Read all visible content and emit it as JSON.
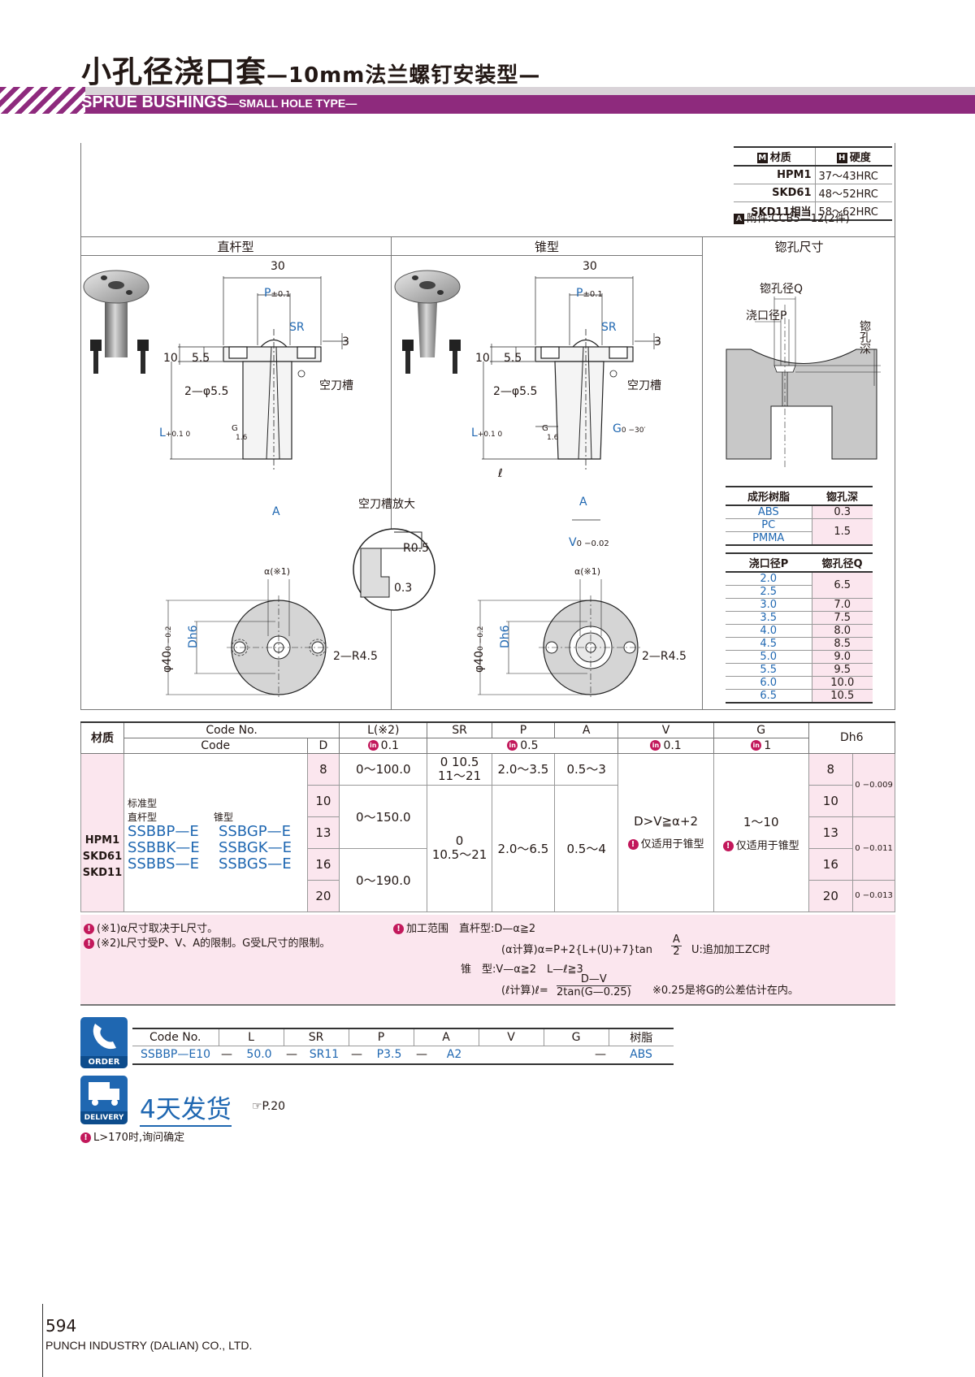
{
  "title": {
    "cn_main": "小孔径浇口套",
    "cn_sub": "—10mm法兰螺钉安装型—",
    "en_main": "SPRUE BUSHINGS",
    "en_sub": "—SMALL HOLE TYPE—"
  },
  "materials": {
    "head_material": "材质",
    "head_hardness": "硬度",
    "icon_m": "M",
    "icon_h": "H",
    "icon_a": "A",
    "rows": [
      {
        "material": "HPM1",
        "hardness": "37～43HRC"
      },
      {
        "material": "SKD61",
        "hardness": "48～52HRC"
      },
      {
        "material": "SKD11相当",
        "hardness": "58～62HRC"
      }
    ],
    "accessory": "附件:CCB5—12(2件)"
  },
  "sections": {
    "straight": "直杆型",
    "taper": "锥型",
    "spot": "锪孔尺寸",
    "groove_zoom": "空刀槽放大"
  },
  "drawing_labels": {
    "d30": "30",
    "p": "P",
    "p_tol": "±0.1",
    "sr": "SR",
    "d3": "3",
    "d10": "10",
    "d55": "5.5",
    "holes": "2—φ5.5",
    "groove": "空刀槽",
    "l": "L",
    "l_tol": "+0.1 0",
    "g": "G",
    "g_angle": "0 −30′",
    "ra16": "1.6",
    "a": "A",
    "v": "V",
    "v_tol": "0 −0.02",
    "l_small": "ℓ",
    "alpha": "α(※1)",
    "dh6": "Dh6",
    "phi40": "φ40",
    "phi40_tol": "0 −0.2",
    "r45": "2—R4.5",
    "r05": "R0.5",
    "d03": "0.3",
    "spot_q": "锪孔径Q",
    "spot_p": "浇口径P",
    "spot_depth": "锪孔深"
  },
  "resin_table": {
    "headers": [
      "成形树脂",
      "锪孔深"
    ],
    "rows": [
      {
        "resin": "ABS",
        "depth": "0.3"
      },
      {
        "resin": "PC",
        "depth": "1.5"
      },
      {
        "resin": "PMMA",
        "depth": ""
      }
    ]
  },
  "gate_table": {
    "headers": [
      "浇口径P",
      "锪孔径Q"
    ],
    "rows": [
      {
        "p": "2.0",
        "q": "6.5"
      },
      {
        "p": "2.5",
        "q": ""
      },
      {
        "p": "3.0",
        "q": "7.0"
      },
      {
        "p": "3.5",
        "q": "7.5"
      },
      {
        "p": "4.0",
        "q": "8.0"
      },
      {
        "p": "4.5",
        "q": "8.5"
      },
      {
        "p": "5.0",
        "q": "9.0"
      },
      {
        "p": "5.5",
        "q": "9.5"
      },
      {
        "p": "6.0",
        "q": "10.0"
      },
      {
        "p": "6.5",
        "q": "10.5"
      }
    ]
  },
  "spec": {
    "h_material": "材质",
    "h_codeno": "Code No.",
    "h_code": "Code",
    "h_d": "D",
    "h_l": "L(※2)",
    "h_sr": "SR",
    "h_p": "P",
    "h_a": "A",
    "h_v": "V",
    "h_g": "G",
    "h_dh6": "Dh6",
    "inc_l": "0.1",
    "inc_p": "0.5",
    "inc_v": "0.1",
    "inc_g": "1",
    "in_mark": "in",
    "mat_list": "HPM1 SKD61 SKD11",
    "type_std": "标准型",
    "type_straight": "直杆型",
    "type_taper": "锥型",
    "codes_straight": [
      "SSBBP—E",
      "SSBBK—E",
      "SSBBS—E"
    ],
    "codes_taper": [
      "SSBGP—E",
      "SSBGK—E",
      "SSBGS—E"
    ],
    "d": [
      "8",
      "10",
      "13",
      "16",
      "20"
    ],
    "l1": "0～100.0",
    "l2": "0～150.0",
    "l3": "0～190.0",
    "sr1_a": "0 10.5",
    "sr1_b": "11～21",
    "sr2_a": "0",
    "sr2_b": "10.5～21",
    "p1": "2.0～3.5",
    "p2": "2.0～6.5",
    "a1": "0.5～3",
    "a2": "0.5～4",
    "v": "D>V≧α+2",
    "v_note": "仅适用于锥型",
    "g": "1～10",
    "g_note": "仅适用于锥型",
    "tol1": "0 −0.009",
    "tol2": "0 −0.011",
    "tol3": "0 −0.013"
  },
  "notes": {
    "n1": "(※1)α尺寸取决于L尺寸。",
    "n2": "(※2)L尺寸受P、V、A的限制。G受L尺寸的限制。",
    "range": "加工范围　直杆型:D—α≧2",
    "alpha_calc": "(α计算)α=P+2{L+(U)+7}tan",
    "frac_a": "A",
    "frac_2": "2",
    "u_note": "U:追加加工ZC时",
    "taper": "锥　型:V—α≧2　L—ℓ≧3",
    "l_calc": "(ℓ计算)ℓ=",
    "frac_top": "D—V",
    "frac_bot": "2tan(G—0.25)",
    "tol_note": "※0.25是将G的公差估计在内。"
  },
  "order": {
    "icon": "ORDER",
    "headers": [
      "Code No.",
      "L",
      "SR",
      "P",
      "A",
      "V",
      "G",
      "树脂"
    ],
    "values": [
      "SSBBP—E10",
      "—",
      "50.0",
      "—",
      "SR11",
      "—",
      "P3.5",
      "—",
      "A2",
      "",
      "",
      "—",
      "ABS"
    ]
  },
  "delivery": {
    "icon": "DELIVERY",
    "text": "4天发货",
    "ref": "☞P.20",
    "note": "L>170时,询问确定"
  },
  "footer": {
    "page": "594",
    "company": "PUNCH INDUSTRY (DALIAN) CO., LTD."
  }
}
